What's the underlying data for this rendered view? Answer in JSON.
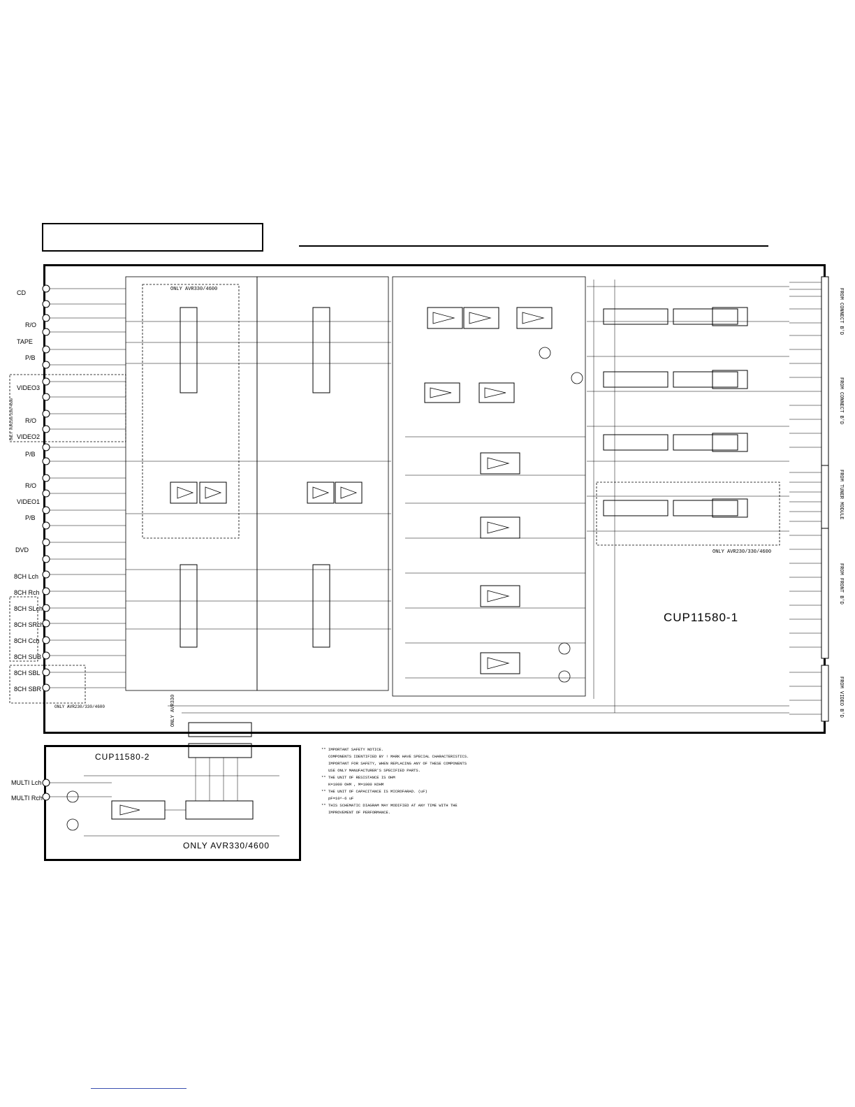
{
  "board": {
    "main_id": "CUP11580-1",
    "sub_id": "CUP11580-2",
    "only_avr330_4600": "ONLY AVR330/4600",
    "only_avr330_4600_sub": "ONLY  AVR330/4600",
    "only_avr230_330_4600": "ONLY AVR230/330/4600",
    "only_avr330_vertical": "ONLY AVR330",
    "only_avr230_vertical": "ONLY AVR230/330/4600"
  },
  "inputs_left": [
    {
      "label": "CD"
    },
    {
      "label": "R/O"
    },
    {
      "label": "TAPE"
    },
    {
      "label": "P/B"
    },
    {
      "label": "VIDEO3"
    },
    {
      "label": "R/O"
    },
    {
      "label": "VIDEO2"
    },
    {
      "label": "P/B"
    },
    {
      "label": "R/O"
    },
    {
      "label": "VIDEO1"
    },
    {
      "label": "P/B"
    },
    {
      "label": "DVD"
    },
    {
      "label": "8CH Lch"
    },
    {
      "label": "8CH Rch"
    },
    {
      "label": "8CH SLch"
    },
    {
      "label": "8CH SRch"
    },
    {
      "label": "8CH Cch"
    },
    {
      "label": "8CH SUB"
    },
    {
      "label": "8CH SBL"
    },
    {
      "label": "8CH SBR"
    }
  ],
  "sub_inputs": [
    {
      "label": "MULTI Lch"
    },
    {
      "label": "MULTI Rch"
    }
  ],
  "connector_groups_right": [
    {
      "label": "FROM CONNECT B'D"
    },
    {
      "label": "FROM CONNECT B'D"
    },
    {
      "label": "FROM TUNER MODULE"
    },
    {
      "label": "FROM FRONT B'D"
    },
    {
      "label": "FROM VIDEO B'D"
    }
  ],
  "notes": [
    "** IMPORTANT SAFETY NOTICE.",
    "COMPONENTS IDENTIFIED BY  !  MARK HAVE SPECIAL CHARACTERISTICS.",
    "IMPORTANT FOR SAFETY, WHEN REPLACING ANY OF THESE COMPONENTS",
    "USE ONLY MANUFACTURER'S SPECIFIED PARTS.",
    "** THE UNIT OF RESISTANCE IS OHM",
    "K=1000 OHM , M=1000 KOHM",
    "** THE UNIT OF CAPACITANCE IS MICROFARAD. (uF)",
    "pF=10^-6 uF",
    "** THIS SCHEMATIC DIAGRAM MAY MODIFIED AT ANY TIME WITH THE",
    "IMPROVEMENT OF PERFORMANCE."
  ]
}
